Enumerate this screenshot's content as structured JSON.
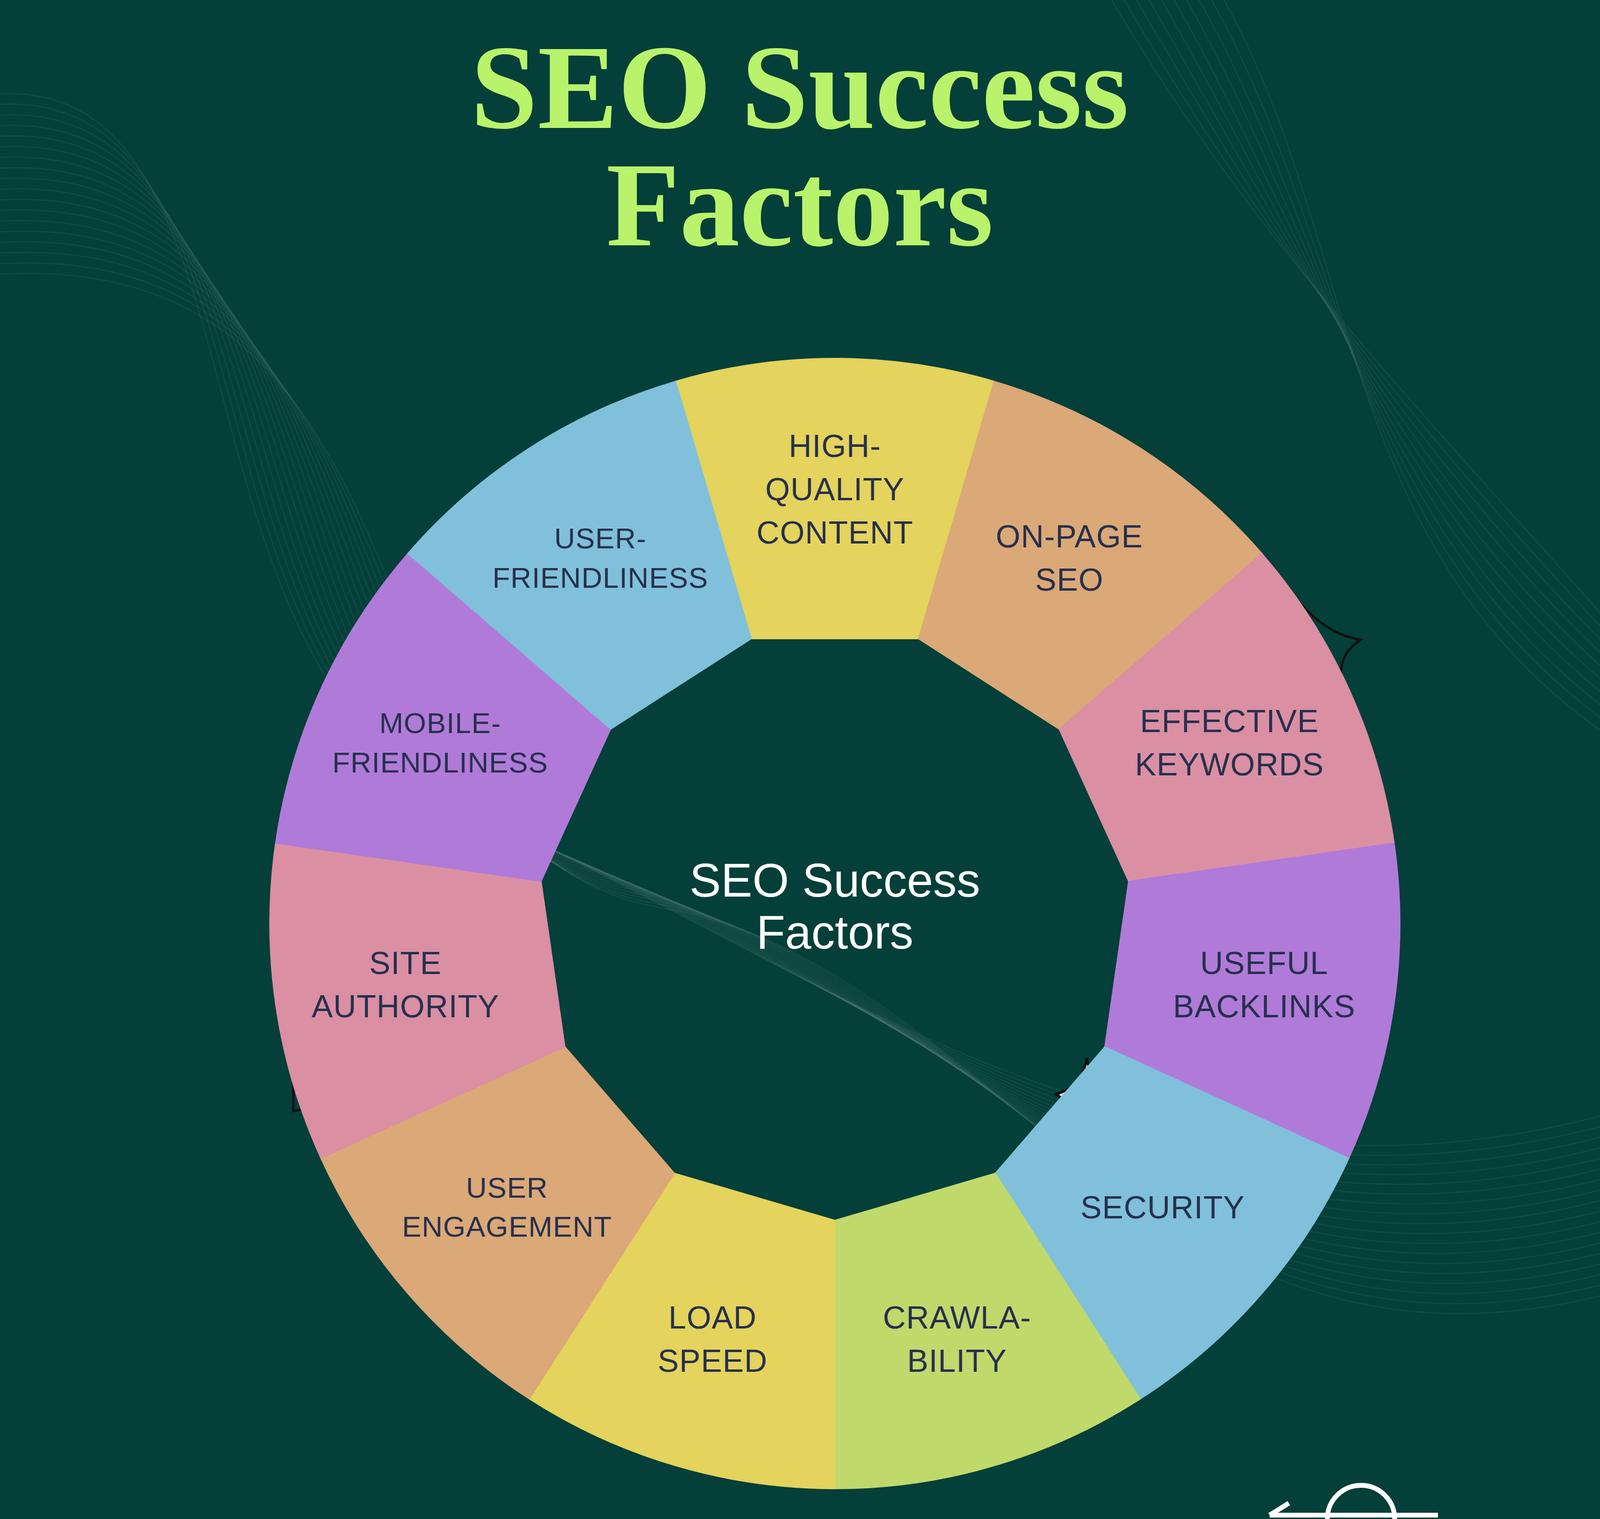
{
  "diagram": {
    "title": "SEO Success Factors",
    "nodes": [
      {
        "text": [
          "HIGH- QUALITY CONTENT"
        ]
      },
      {
        "text": [
          "ON-PAGE SEO"
        ]
      },
      {
        "text": [
          "EFFECTIVE KEYWORDS"
        ]
      },
      {
        "text": [
          "USEFUL BACKLINKS"
        ]
      },
      {
        "text": [
          "SECURITY"
        ]
      },
      {
        "text": [
          "CRAWLA- BILITY"
        ]
      },
      {
        "text": [
          "LOAD SPEED"
        ]
      },
      {
        "text": [
          "USER ENGAGEMENT"
        ]
      },
      {
        "text": [
          "SITE AUTHORITY"
        ]
      },
      {
        "text": [
          "MOBILE- FRIENDLINESS"
        ]
      },
      {
        "text": [
          "USER- FRIENDLINESS"
        ]
      }
    ],
    "labels": [
      "SEO Success Factors"
    ]
  }
}
